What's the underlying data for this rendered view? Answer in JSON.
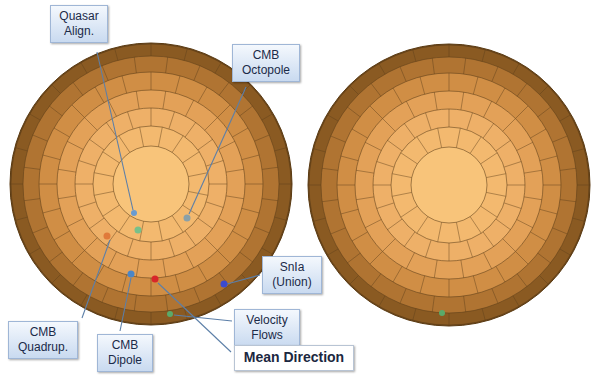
{
  "diagram": {
    "nodes": [
      {
        "text": [
          "Quasar Align."
        ]
      },
      {
        "text": [
          "CMB Octopole"
        ]
      },
      {
        "text": [
          "SnIa (Union)"
        ]
      },
      {
        "text": [
          "CMB Quadrup."
        ]
      },
      {
        "text": [
          "CMB Dipole"
        ]
      },
      {
        "text": [
          "Velocity Flows"
        ]
      },
      {
        "text": [
          "Mean Direction"
        ]
      }
    ]
  }
}
